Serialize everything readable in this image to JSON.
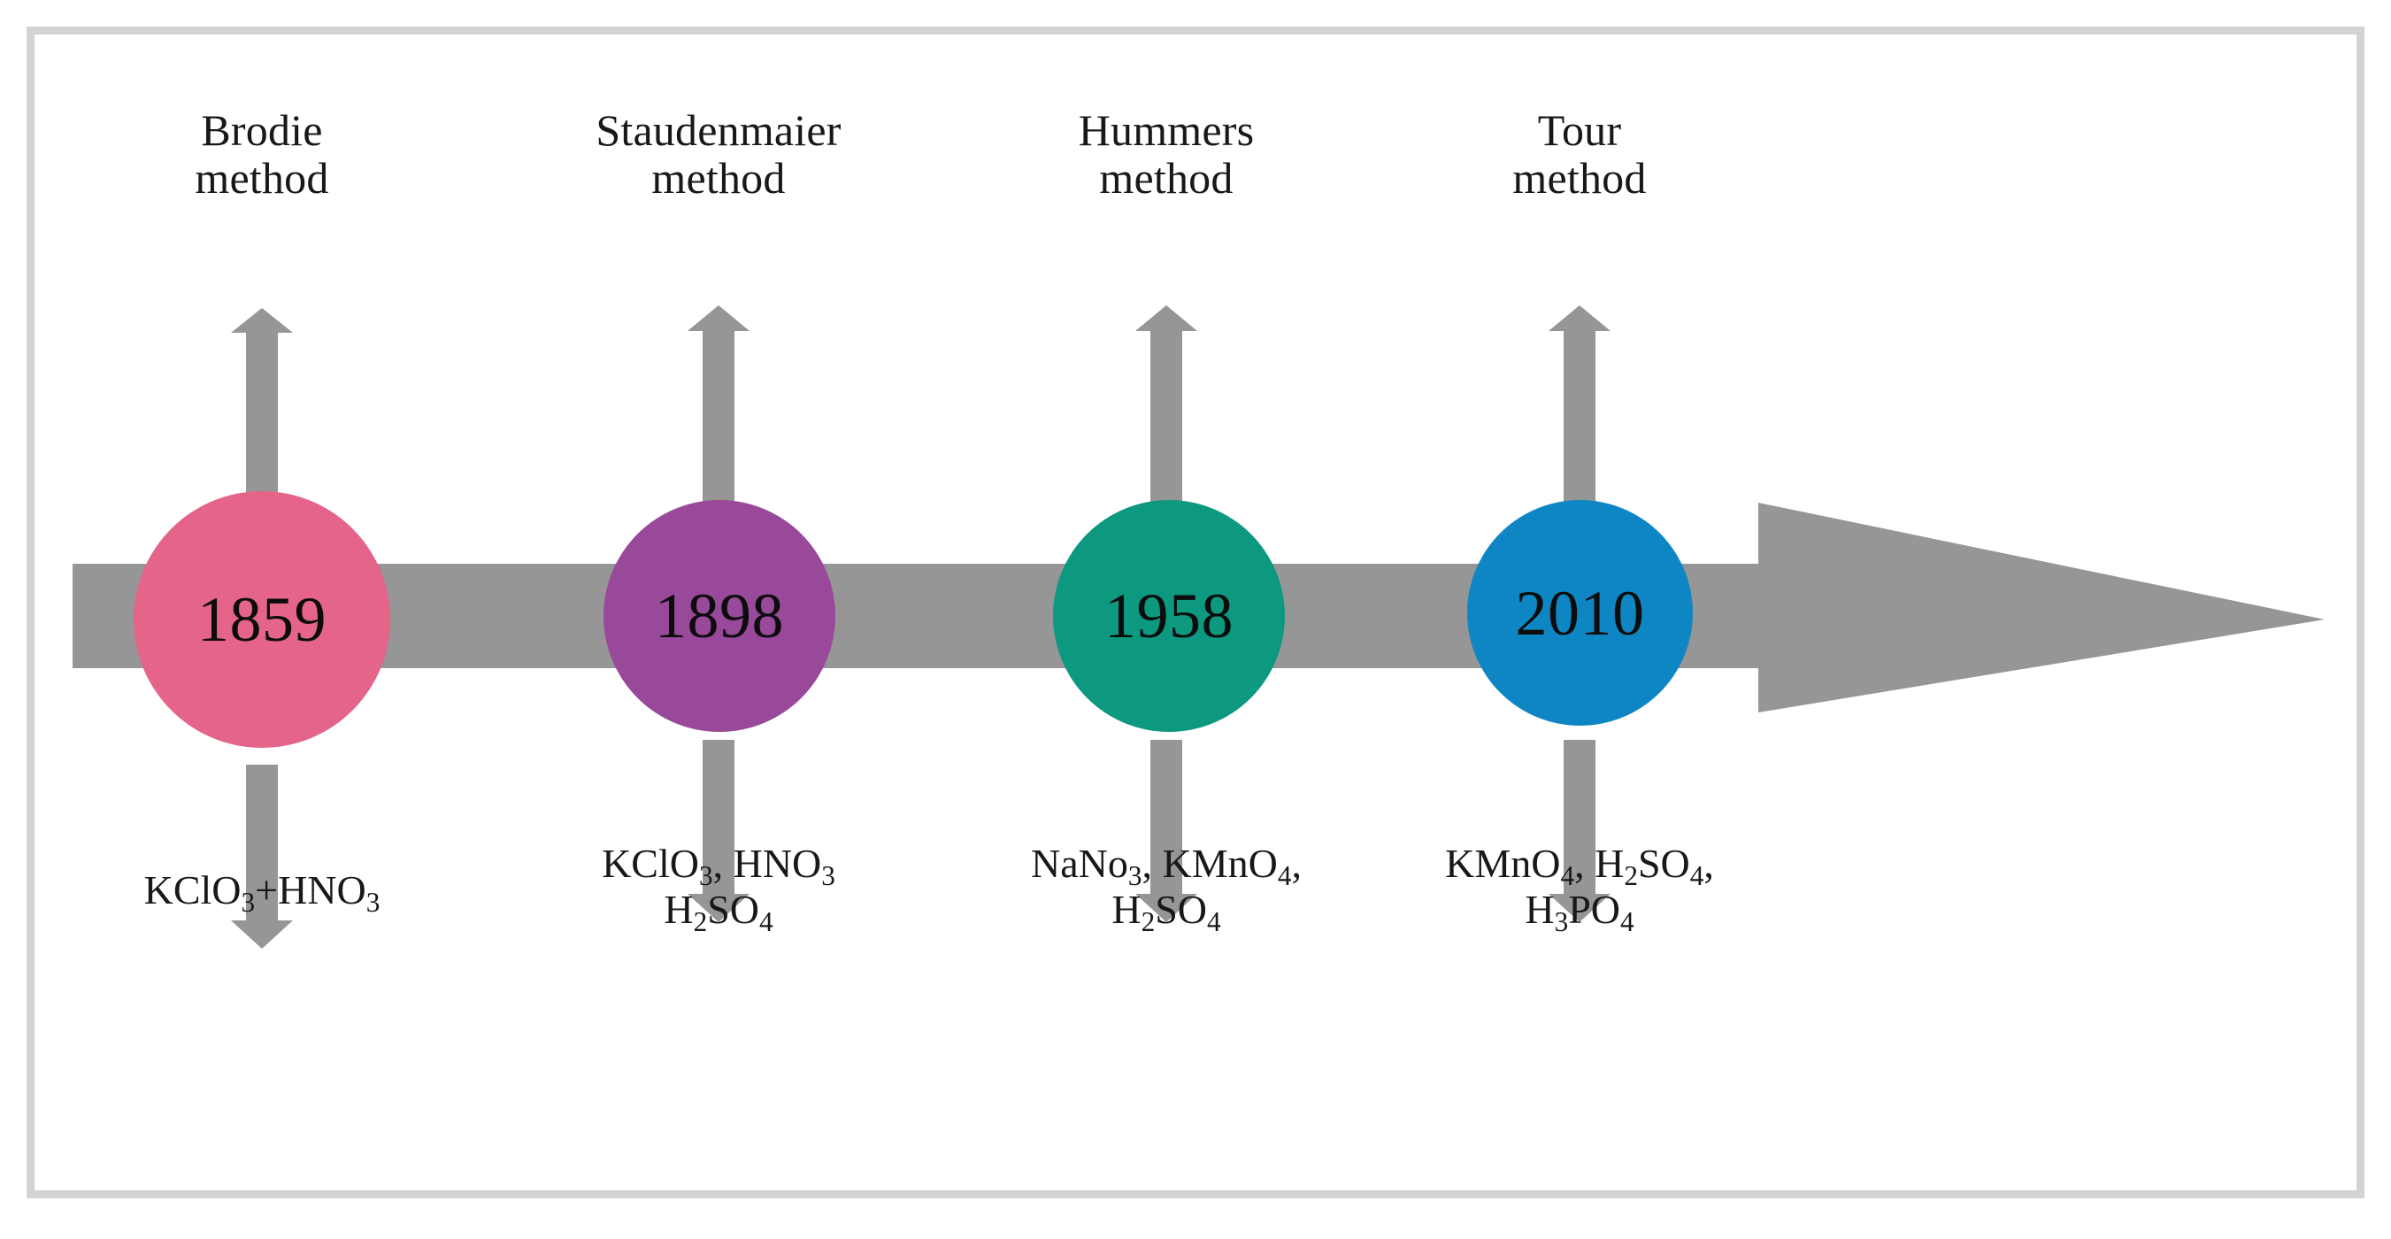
{
  "figure": {
    "type": "timeline",
    "orientation": "horizontal",
    "direction": "left-to-right",
    "background_color": "#ffffff",
    "frame_color": "#d3d3d3",
    "arrow_color": "#969696",
    "text_color": "#181818"
  },
  "timeline": {
    "axis_label": "",
    "milestones": [
      {
        "year": "1859",
        "method_line1": "Brodie",
        "method_line2": "method",
        "color": "#e4648a",
        "reagents_lines": [
          [
            {
              "t": "KClO"
            },
            {
              "sub": "3"
            },
            {
              "t": "+HNO"
            },
            {
              "sub": "3"
            }
          ]
        ],
        "reagents_text": "KClO3+HNO3"
      },
      {
        "year": "1898",
        "method_line1": "Staudenmaier",
        "method_line2": "method",
        "color": "#98499a",
        "reagents_lines": [
          [
            {
              "t": "KClO"
            },
            {
              "sub": "3"
            },
            {
              "t": ", HNO"
            },
            {
              "sub": "3"
            }
          ],
          [
            {
              "t": "H"
            },
            {
              "sub": "2"
            },
            {
              "t": "SO"
            },
            {
              "sub": "4"
            }
          ]
        ],
        "reagents_text": "KClO3, HNO3 H2SO4"
      },
      {
        "year": "1958",
        "method_line1": "Hummers",
        "method_line2": "method",
        "color": "#0c9980",
        "reagents_lines": [
          [
            {
              "t": "NaNo"
            },
            {
              "sub": "3"
            },
            {
              "t": ", KMnO"
            },
            {
              "sub": "4"
            },
            {
              "t": ","
            }
          ],
          [
            {
              "t": "H"
            },
            {
              "sub": "2"
            },
            {
              "t": "SO"
            },
            {
              "sub": "4"
            }
          ]
        ],
        "reagents_text": "NaNo3, KMnO4, H2SO4"
      },
      {
        "year": "2010",
        "method_line1": "Tour",
        "method_line2": "method",
        "color": "#0e86c3",
        "reagents_lines": [
          [
            {
              "t": "KMnO"
            },
            {
              "sub": "4"
            },
            {
              "t": ", H"
            },
            {
              "sub": "2"
            },
            {
              "t": "SO"
            },
            {
              "sub": "4"
            },
            {
              "t": ","
            }
          ],
          [
            {
              "t": "H"
            },
            {
              "sub": "3"
            },
            {
              "t": "PO"
            },
            {
              "sub": "4"
            }
          ]
        ],
        "reagents_text": "KMnO4, H2SO4, H3PO4"
      }
    ]
  }
}
